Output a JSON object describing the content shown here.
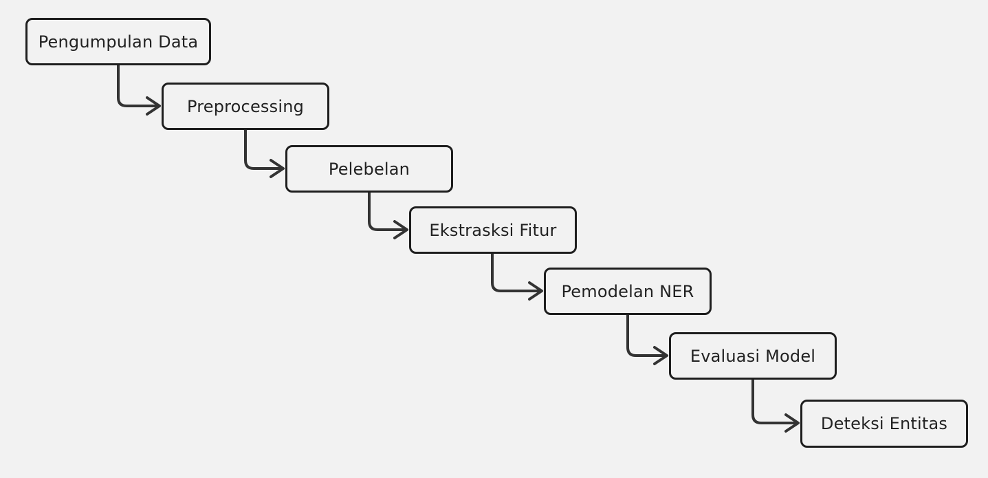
{
  "diagram": {
    "type": "flowchart",
    "direction": "top-left to bottom-right (staircase)",
    "colors": {
      "background": "#f2f2f2",
      "stroke": "#1e1e1e",
      "arrow": "#333333",
      "text": "#222222"
    },
    "steps": [
      {
        "label": "Pengumpulan Data"
      },
      {
        "label": "Preprocessing"
      },
      {
        "label": "Pelebelan"
      },
      {
        "label": "Ekstrasksi Fitur"
      },
      {
        "label": "Pemodelan NER"
      },
      {
        "label": "Evaluasi Model"
      },
      {
        "label": "Deteksi Entitas"
      }
    ],
    "edges": [
      {
        "from": "Pengumpulan Data",
        "to": "Preprocessing"
      },
      {
        "from": "Preprocessing",
        "to": "Pelebelan"
      },
      {
        "from": "Pelebelan",
        "to": "Ekstrasksi Fitur"
      },
      {
        "from": "Ekstrasksi Fitur",
        "to": "Pemodelan NER"
      },
      {
        "from": "Pemodelan NER",
        "to": "Evaluasi Model"
      },
      {
        "from": "Evaluasi Model",
        "to": "Deteksi Entitas"
      }
    ]
  }
}
